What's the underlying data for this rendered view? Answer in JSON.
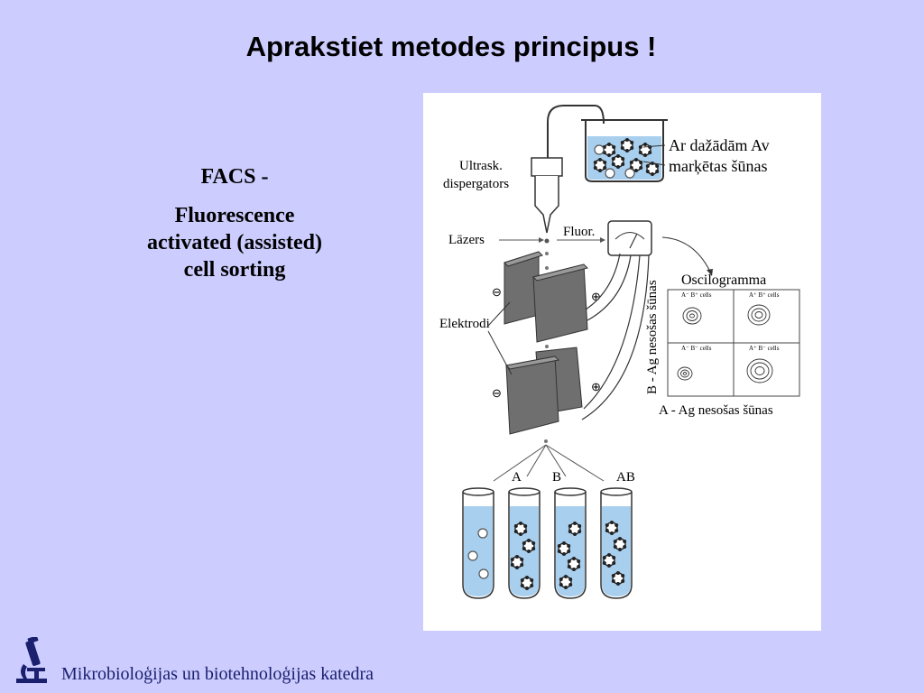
{
  "title": "Aprakstiet metodes principus !",
  "left": {
    "heading": "FACS -",
    "definition_lines": [
      "Fluorescence",
      "activated (assisted)",
      "cell  sorting"
    ]
  },
  "figure": {
    "beaker_lines": [
      "Ar dažādām Av",
      "marķētas šūnas"
    ],
    "disperser_lines": [
      "Ultrask.",
      "dispergators"
    ],
    "laser": "Lāzers",
    "fluor": "Fluor.",
    "electrodes": "Elektrodi",
    "oscillogram": "Oscilogramma",
    "quadrants": [
      "A⁻ B⁺ cells",
      "A⁺ B⁺ cells",
      "A⁻ B⁻ cells",
      "A⁺ B⁻ cells"
    ],
    "axis_b": "B - Ag nesošas šūnas",
    "axis_a": "A - Ag nesošas šūnas",
    "tubes": [
      "A",
      "B",
      "AB"
    ],
    "minus_sign": "⊖",
    "plus_sign": "⊕"
  },
  "footer": {
    "department": "Mikrobioloģijas un biotehnoloģijas katedra",
    "logo_icon": "microscope-icon"
  },
  "colors": {
    "background": "#ccccff",
    "footer_text": "#1a1f6e",
    "liquid": "#a9cfee",
    "plate": "#6f6f6f"
  }
}
